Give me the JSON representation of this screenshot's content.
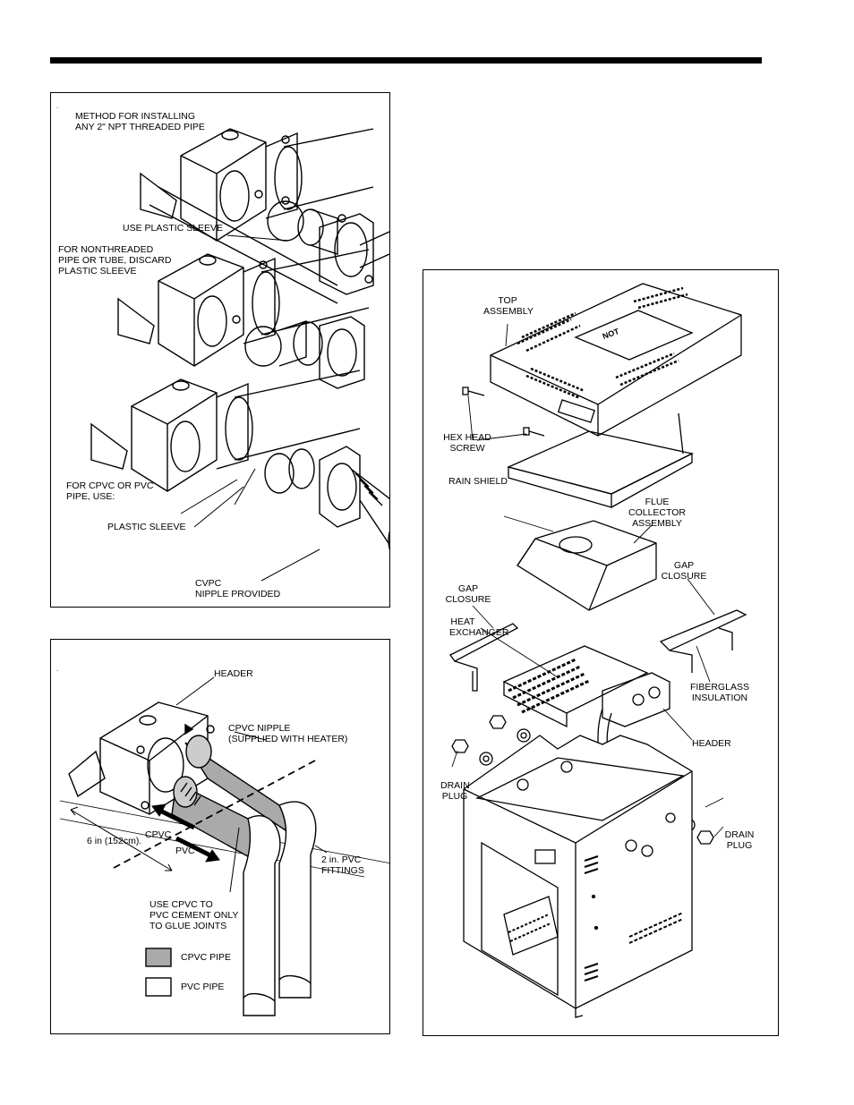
{
  "figure1": {
    "title_line1": "METHOD FOR INSTALLING",
    "title_line2": "ANY 2\" NPT THREADED PIPE",
    "use_plastic_sleeve": "USE PLASTIC SLEEVE",
    "nonthreaded_line1": "FOR NONTHREADED",
    "nonthreaded_line2": "PIPE OR TUBE, DISCARD",
    "nonthreaded_line3": "PLASTIC SLEEVE",
    "cpvc_line1": "FOR CPVC OR PVC",
    "cpvc_line2": "PIPE, USE:",
    "plastic_sleeve": "PLASTIC SLEEVE",
    "nipple_line1": "CVPC",
    "nipple_line2": "NIPPLE PROVIDED"
  },
  "figure2": {
    "header": "HEADER",
    "cpvc_nipple_line1": "CPVC NIPPLE",
    "cpvc_nipple_line2": "(SUPPLIED WITH HEATER)",
    "distance": "6 in (152cm).",
    "cpvc": "CPVC",
    "pvc": "PVC",
    "fittings_line1": "2 in. PVC",
    "fittings_line2": "FITTINGS",
    "cement_line1": "USE CPVC TO",
    "cement_line2": "PVC CEMENT ONLY",
    "cement_line3": "TO GLUE JOINTS",
    "legend_cpvc": "CPVC PIPE",
    "legend_pvc": "PVC PIPE"
  },
  "figure3": {
    "top_assembly_line1": "TOP",
    "top_assembly_line2": "ASSEMBLY",
    "hex_line1": "HEX HEAD",
    "hex_line2": "SCREW",
    "rain_shield": "RAIN SHIELD",
    "flue_line1": "FLUE",
    "flue_line2": "COLLECTOR",
    "flue_line3": "ASSEMBLY",
    "gap_left_line1": "GAP",
    "gap_left_line2": "CLOSURE",
    "gap_right_line1": "GAP",
    "gap_right_line2": "CLOSURE",
    "heat_line1": "HEAT",
    "heat_line2": "EXCHANGER",
    "fiberglass_line1": "FIBERGLASS",
    "fiberglass_line2": "INSULATION",
    "header": "HEADER",
    "drain_left_line1": "DRAIN",
    "drain_left_line2": "PLUG",
    "drain_right_line1": "DRAIN",
    "drain_right_line2": "PLUG",
    "top_logo": "NOT"
  }
}
